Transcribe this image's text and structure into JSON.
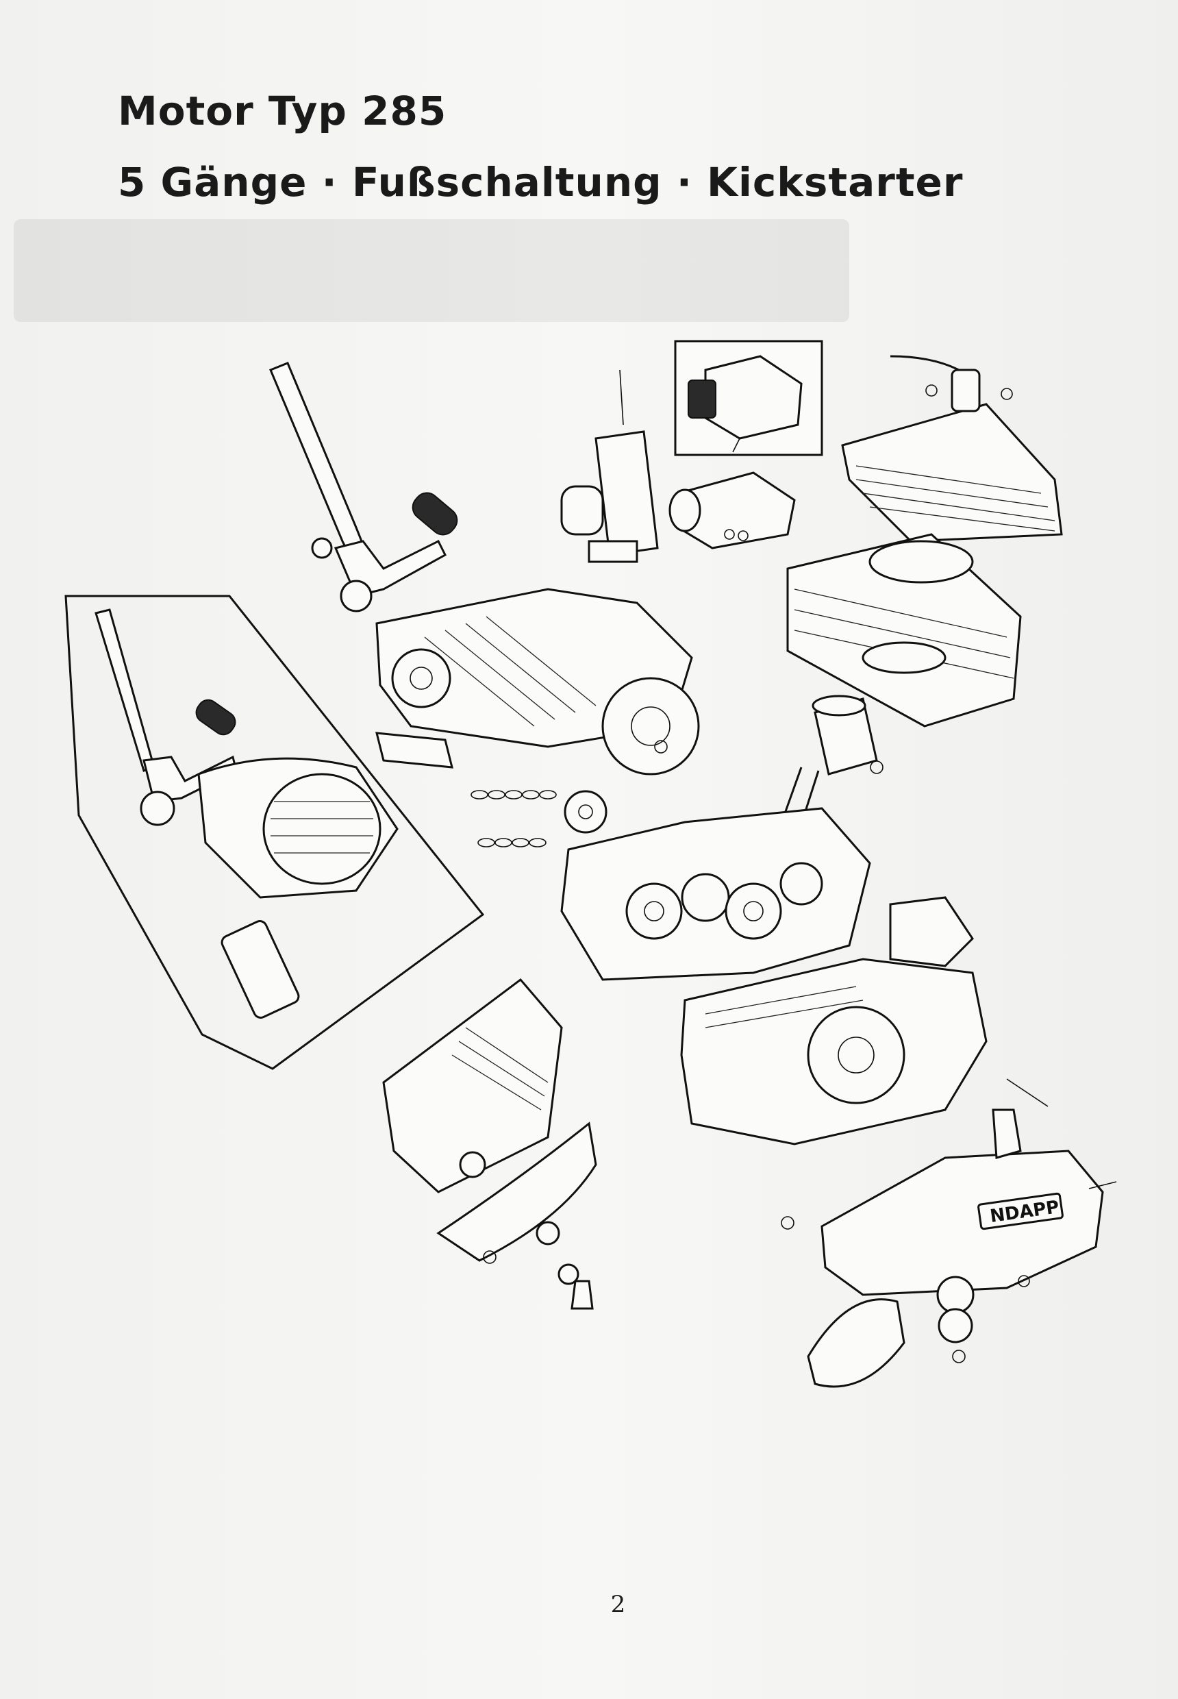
{
  "header": {
    "title_line1": "Motor Typ 285",
    "title_line2": "5 Gänge · Fußschaltung · Kickstarter"
  },
  "figure": {
    "nameplate_text": "NDAPP"
  },
  "footer": {
    "page_number": "2"
  }
}
